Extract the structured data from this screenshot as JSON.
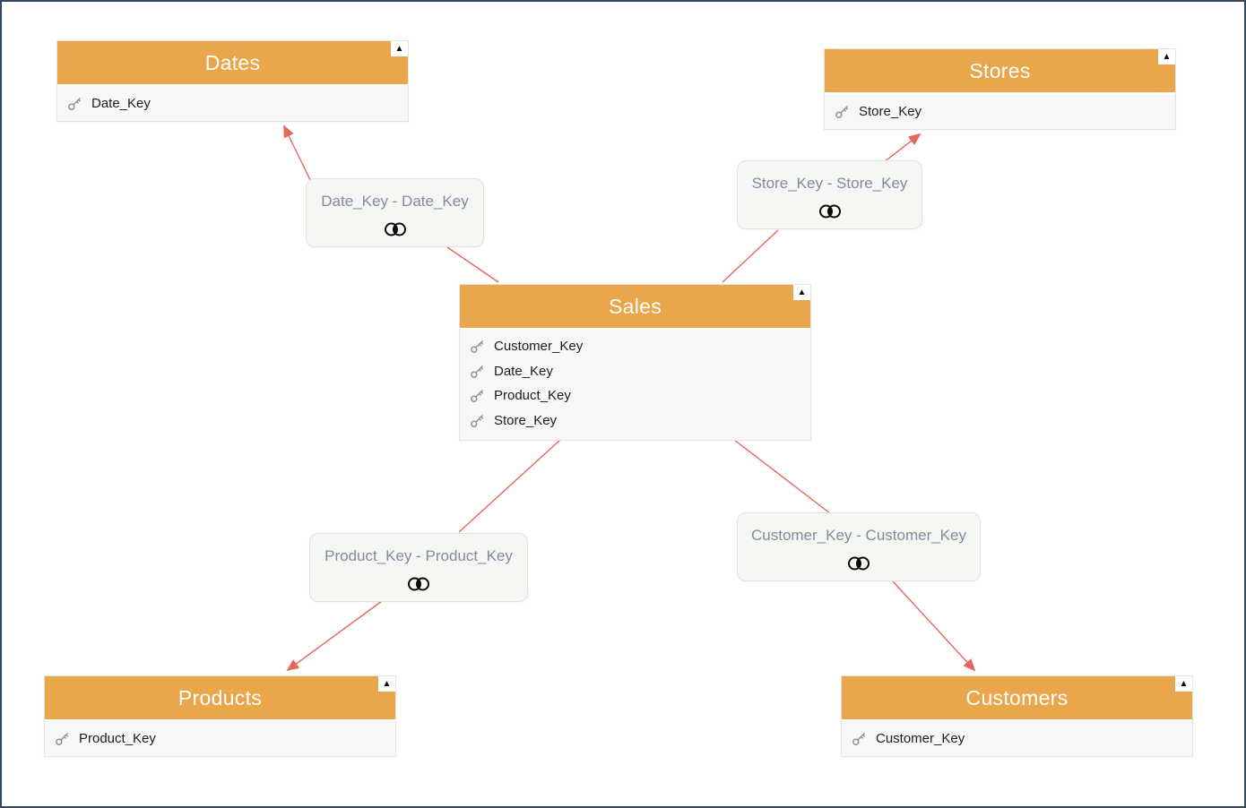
{
  "diagram": {
    "type": "data-model",
    "glyphs": {
      "collapse": "▲"
    },
    "colors": {
      "header_bg": "#eaa64b",
      "header_text": "#ffffff",
      "table_body_bg": "#f7f8f5",
      "table_border": "#e3e5e2",
      "field_text": "#1d1d1d",
      "key_icon": "#8c93a3",
      "connector_bg": "#f5f7f3",
      "connector_border": "#dfe2e6",
      "connector_text": "#818aa0",
      "arrow": "#e2695b",
      "canvas_border": "#36495c"
    },
    "tables": [
      {
        "id": "dates",
        "title": "Dates",
        "fields": [
          "Date_Key"
        ]
      },
      {
        "id": "stores",
        "title": "Stores",
        "fields": [
          "Store_Key"
        ]
      },
      {
        "id": "sales",
        "title": "Sales",
        "fields": [
          "Customer_Key",
          "Date_Key",
          "Product_Key",
          "Store_Key"
        ]
      },
      {
        "id": "products",
        "title": "Products",
        "fields": [
          "Product_Key"
        ]
      },
      {
        "id": "customers",
        "title": "Customers",
        "fields": [
          "Customer_Key"
        ]
      }
    ],
    "connectors": [
      {
        "id": "date-join",
        "label": "Date_Key - Date_Key",
        "join_icon": "inner-join-icon"
      },
      {
        "id": "store-join",
        "label": "Store_Key - Store_Key",
        "join_icon": "inner-join-icon"
      },
      {
        "id": "product-join",
        "label": "Product_Key - Product_Key",
        "join_icon": "inner-join-icon"
      },
      {
        "id": "customer-join",
        "label": "Customer_Key - Customer_Key",
        "join_icon": "inner-join-icon"
      }
    ],
    "links": [
      {
        "table": "Sales",
        "references": "Dates",
        "join": "Date_Key - Date_Key",
        "join_type": "inner"
      },
      {
        "table": "Sales",
        "references": "Stores",
        "join": "Store_Key - Store_Key",
        "join_type": "inner"
      },
      {
        "table": "Sales",
        "references": "Products",
        "join": "Product_Key - Product_Key",
        "join_type": "inner"
      },
      {
        "table": "Sales",
        "references": "Customers",
        "join": "Customer_Key - Customer_Key",
        "join_type": "inner"
      }
    ]
  }
}
